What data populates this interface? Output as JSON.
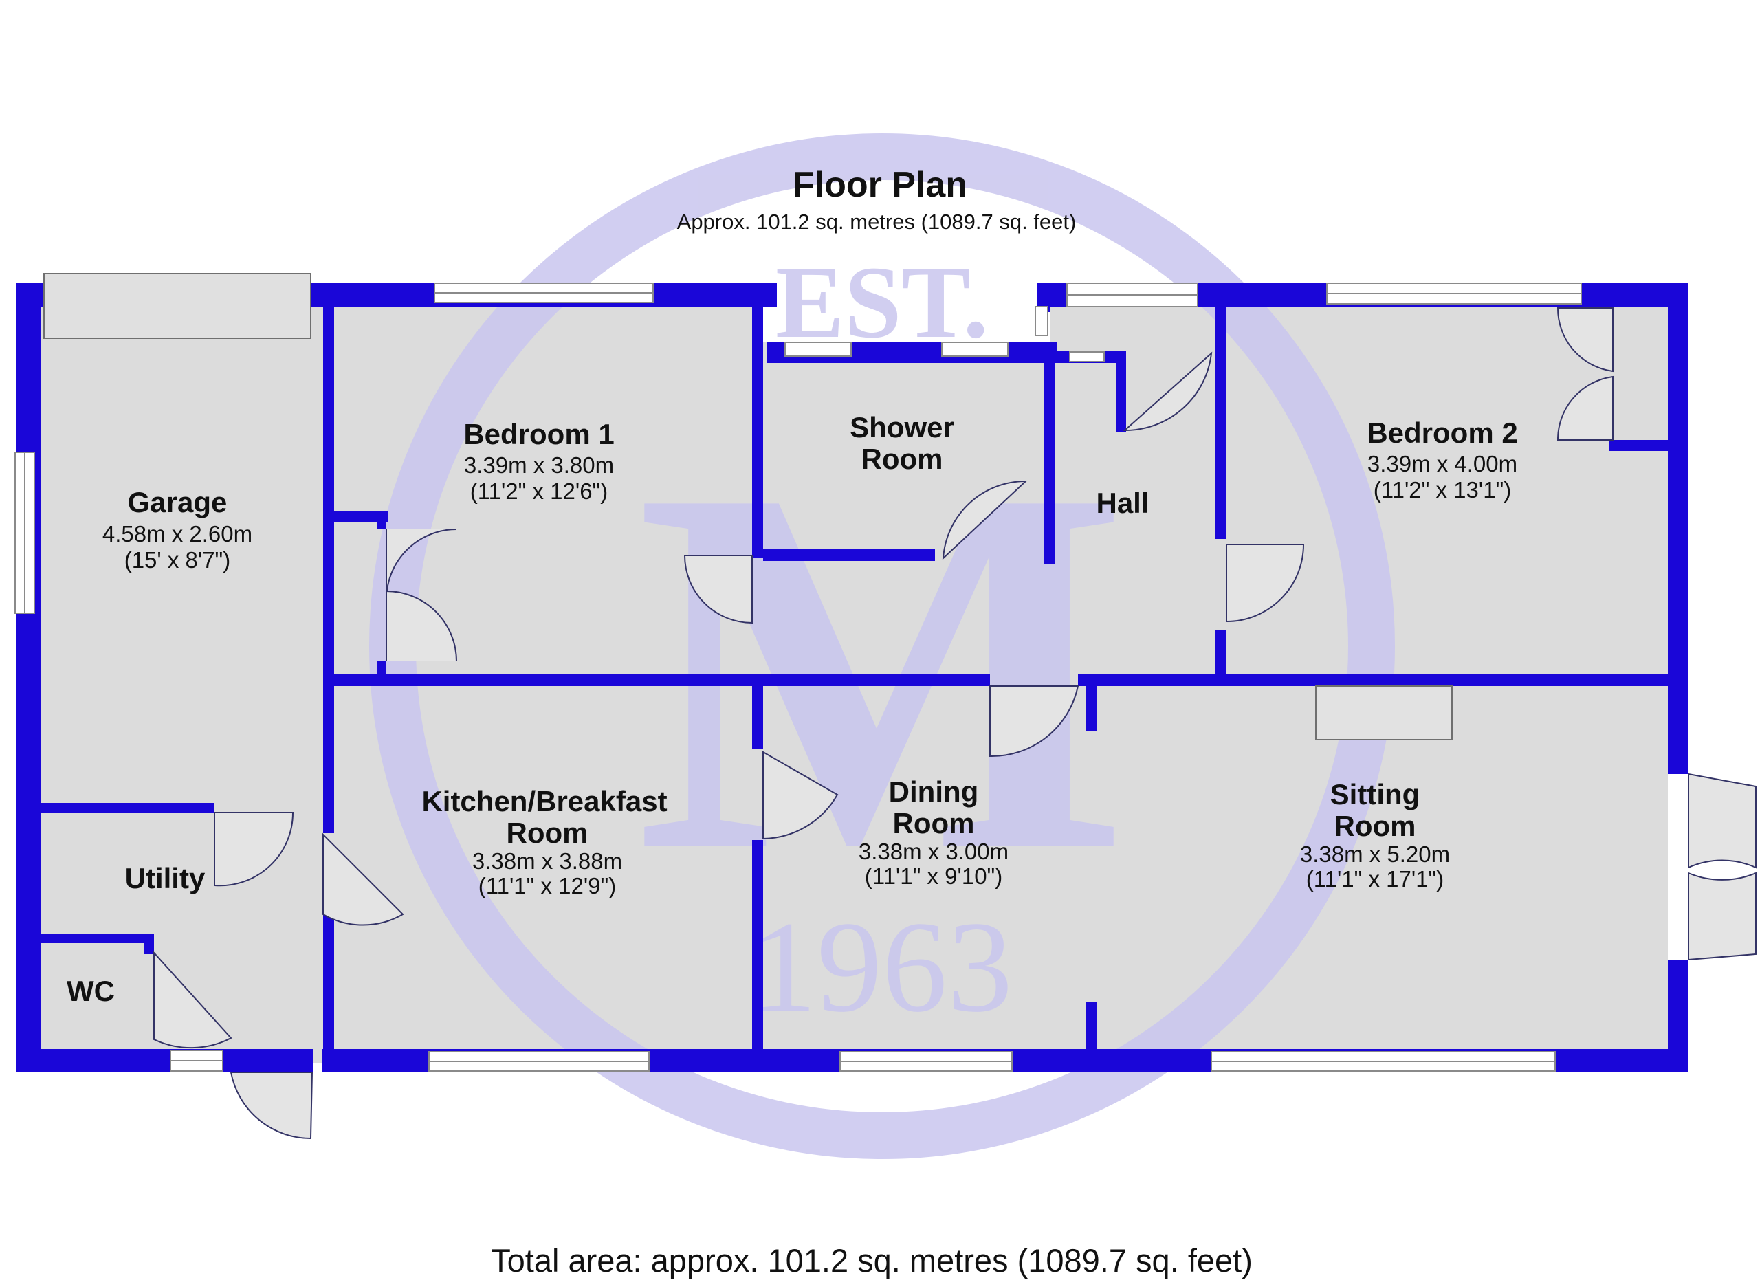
{
  "header": {
    "title": "Floor Plan",
    "subtitle": "Approx. 101.2 sq. metres (1089.7 sq. feet)"
  },
  "footer": {
    "total": "Total area: approx. 101.2 sq. metres (1089.7 sq. feet)"
  },
  "watermark": {
    "top": "EST.",
    "letter": "M",
    "year": "1963",
    "color": "#c9c6ee"
  },
  "colors": {
    "wall": "#1a06d8",
    "floor": "#dcdcdc",
    "door": "#e4e4e4"
  },
  "rooms": {
    "garage": {
      "name": "Garage",
      "metric": "4.58m x 2.60m",
      "imperial": "(15' x 8'7\")"
    },
    "bedroom1": {
      "name": "Bedroom 1",
      "metric": "3.39m x 3.80m",
      "imperial": "(11'2\" x 12'6\")"
    },
    "shower": {
      "name_line1": "Shower",
      "name_line2": "Room"
    },
    "hall": {
      "name": "Hall"
    },
    "bedroom2": {
      "name": "Bedroom 2",
      "metric": "3.39m x 4.00m",
      "imperial": "(11'2\" x 13'1\")"
    },
    "kitchen": {
      "name_line1": "Kitchen/Breakfast",
      "name_line2": "Room",
      "metric": "3.38m x 3.88m",
      "imperial": "(11'1\" x 12'9\")"
    },
    "dining": {
      "name_line1": "Dining",
      "name_line2": "Room",
      "metric": "3.38m x 3.00m",
      "imperial": "(11'1\" x 9'10\")"
    },
    "sitting": {
      "name_line1": "Sitting",
      "name_line2": "Room",
      "metric": "3.38m x 5.20m",
      "imperial": "(11'1\" x 17'1\")"
    },
    "utility": {
      "name": "Utility"
    },
    "wc": {
      "name": "WC"
    }
  }
}
